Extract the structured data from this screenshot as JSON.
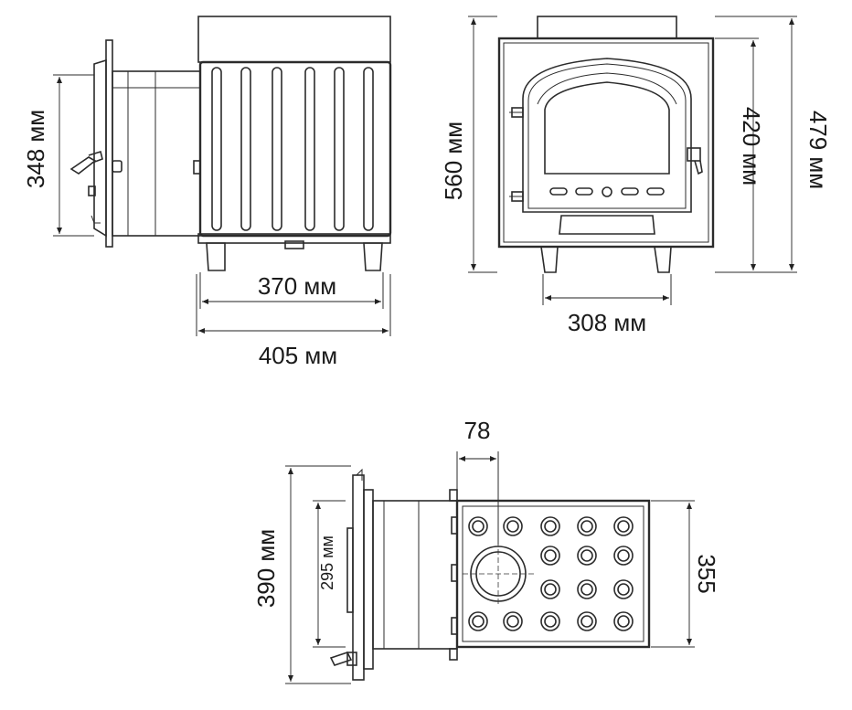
{
  "dimensions": {
    "side_height": "348 мм",
    "side_inner_width": "370 мм",
    "side_total_width": "405 мм",
    "front_total_height": "560 мм",
    "front_door_height": "420 мм",
    "front_body_height": "479 мм",
    "front_legs_width": "308 мм",
    "top_flue_offset": "78",
    "top_depth_outer": "390 мм",
    "top_depth_inner": "295 мм",
    "top_body_depth": "355"
  },
  "colors": {
    "line": "#2b2b2b",
    "background": "#ffffff"
  }
}
